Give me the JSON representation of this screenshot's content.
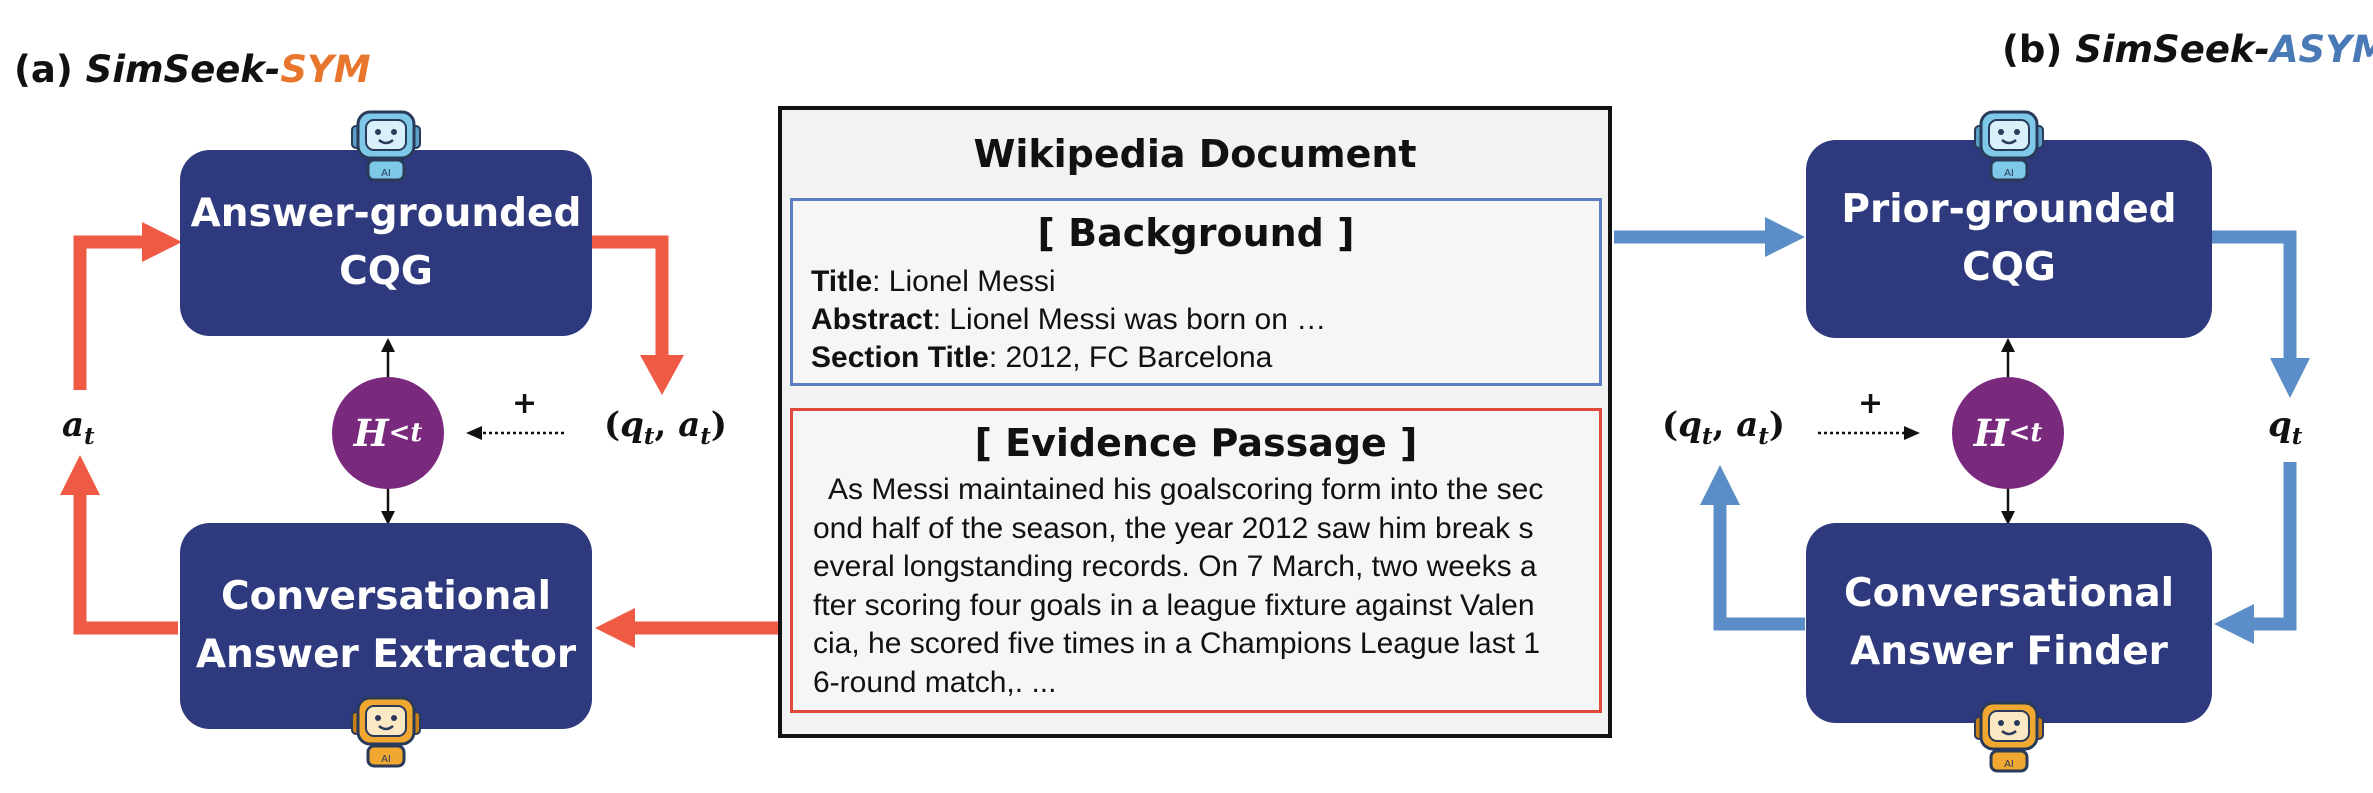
{
  "panel_a": {
    "prefix": "(a) ",
    "name": "SimSeek-",
    "tag": "SYM"
  },
  "panel_b": {
    "prefix": "(b) ",
    "name": "SimSeek-",
    "tag": "ASYM"
  },
  "left": {
    "cqg_line1": "Answer-grounded",
    "cqg_line2": "CQG",
    "extractor_line1": "Conversational",
    "extractor_line2": "Answer Extractor"
  },
  "right": {
    "cqg_line1": "Prior-grounded",
    "cqg_line2": "CQG",
    "finder_line1": "Conversational",
    "finder_line2": "Answer Finder"
  },
  "history": {
    "symbol": "H",
    "sub": "<t"
  },
  "math": {
    "a_sym": "a",
    "t": "t",
    "q_sym": "q",
    "open": "(",
    "comma": ", ",
    "close": ")",
    "plus": "+"
  },
  "document": {
    "title": "Wikipedia Document",
    "background": {
      "heading": "[ Background ]",
      "fields": [
        {
          "key": "Title",
          "value": ": Lionel Messi"
        },
        {
          "key": "Abstract",
          "value": ": Lionel Messi was born on …"
        },
        {
          "key": "Section Title",
          "value": ": 2012, FC Barcelona"
        }
      ]
    },
    "evidence": {
      "heading": "[ Evidence Passage ]",
      "lines": [
        "  As Messi maintained his goalscoring form into the sec",
        "ond half of the season, the year 2012 saw him break s",
        "everal longstanding records. On 7 March, two weeks a",
        "fter scoring four goals in a league fixture against Valen",
        "cia, he scored five times in a Champions League last 1",
        "6-round match,. ..."
      ]
    }
  },
  "robot_label": "AI",
  "colors": {
    "box": "#2e3a7d",
    "history": "#7a2a7d",
    "red": "#ef5a45",
    "blue": "#5b8ec9",
    "robot_blue": "#7ec8e8",
    "robot_orange": "#f0a830"
  }
}
